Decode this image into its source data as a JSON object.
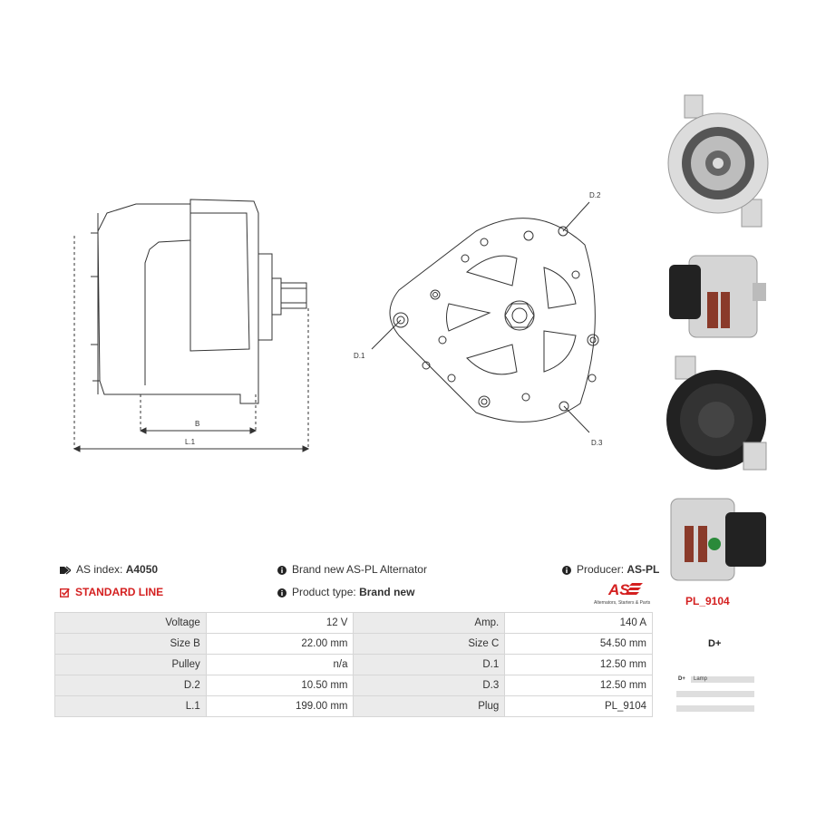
{
  "drawing": {
    "labels": {
      "b": "B",
      "l1": "L.1",
      "d1": "D.1",
      "d2": "D.2",
      "d3": "D.3"
    }
  },
  "info": {
    "as_index_label": "AS index:",
    "as_index_value": "A4050",
    "description": "Brand new AS-PL Alternator",
    "producer_label": "Producer:",
    "producer_value": "AS-PL",
    "line": "STANDARD LINE",
    "product_type_label": "Product type:",
    "product_type_value": "Brand new",
    "logo_text": "AS",
    "logo_tagline": "Alternators, Starters & Parts"
  },
  "specs": [
    {
      "l1": "Voltage",
      "v1": "12 V",
      "l2": "Amp.",
      "v2": "140 A"
    },
    {
      "l1": "Size B",
      "v1": "22.00 mm",
      "l2": "Size C",
      "v2": "54.50 mm"
    },
    {
      "l1": "Pulley",
      "v1": "n/a",
      "l2": "D.1",
      "v2": "12.50 mm"
    },
    {
      "l1": "D.2",
      "v1": "10.50 mm",
      "l2": "D.3",
      "v2": "12.50 mm"
    },
    {
      "l1": "L.1",
      "v1": "199.00 mm",
      "l2": "Plug",
      "v2": "PL_9104"
    }
  ],
  "plug": {
    "code": "PL_9104",
    "pin_title": "D+",
    "pins": [
      {
        "name": "D+",
        "desc": "Lamp"
      },
      {
        "name": "",
        "desc": ""
      },
      {
        "name": "",
        "desc": ""
      }
    ]
  },
  "colors": {
    "accent_red": "#d42020",
    "label_bg": "#ebebeb",
    "line": "#333333"
  }
}
